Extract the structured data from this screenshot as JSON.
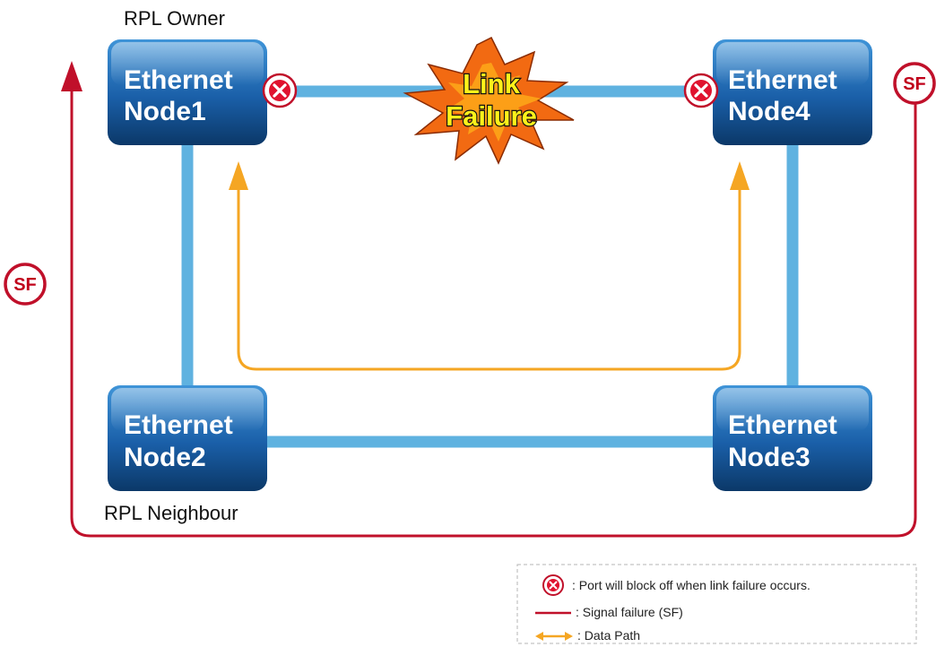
{
  "nodes": {
    "node1": {
      "line1": "Ethernet",
      "line2": "Node1"
    },
    "node2": {
      "line1": "Ethernet",
      "line2": "Node2"
    },
    "node3": {
      "line1": "Ethernet",
      "line2": "Node3"
    },
    "node4": {
      "line1": "Ethernet",
      "line2": "Node4"
    }
  },
  "labels": {
    "rpl_owner": "RPL Owner",
    "rpl_neighbour": "RPL Neighbour"
  },
  "failure": {
    "line1": "Link",
    "line2": "Failure"
  },
  "signal_failure_badge": "SF",
  "legend": {
    "blocked_port": ": Port will block off when link failure occurs.",
    "signal_failure": ": Signal failure (SF)",
    "data_path": ": Data Path"
  },
  "colors": {
    "node_dark": "#0d3f78",
    "node_light": "#2f7fc6",
    "ring_link": "#5fb2e0",
    "signal_failure": "#c0102a",
    "data_path": "#f5a623",
    "burst": "#f26a12"
  },
  "icons": {
    "blocked_port": "x-circle-icon",
    "signal_failure": "sf-badge-icon",
    "failure": "explosion-icon"
  }
}
